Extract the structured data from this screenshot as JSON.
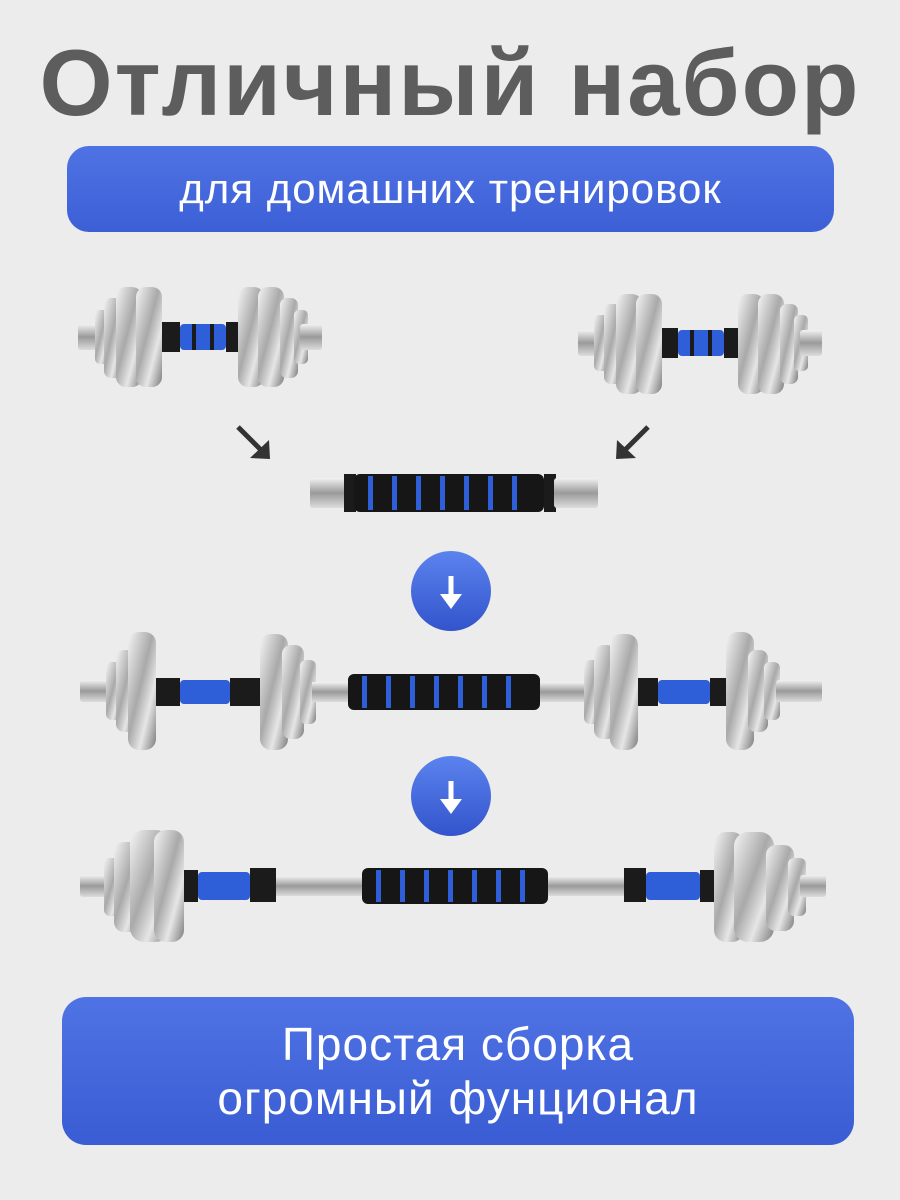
{
  "header": {
    "title": "Отличный набор",
    "subtitle": "для домашних тренировок"
  },
  "footer": {
    "line1": "Простая сборка",
    "line2": "огромный фунционал"
  },
  "colors": {
    "accent": "#3f63da",
    "title_text": "#5d5d5d",
    "background": "#ececec",
    "grip_blue": "#2f5fd8",
    "chrome": "#c9c9c9"
  },
  "icons": {
    "step_arrow": "arrow-down-circle-icon",
    "diagonal_arrow": "arrow-diagonal-icon"
  }
}
